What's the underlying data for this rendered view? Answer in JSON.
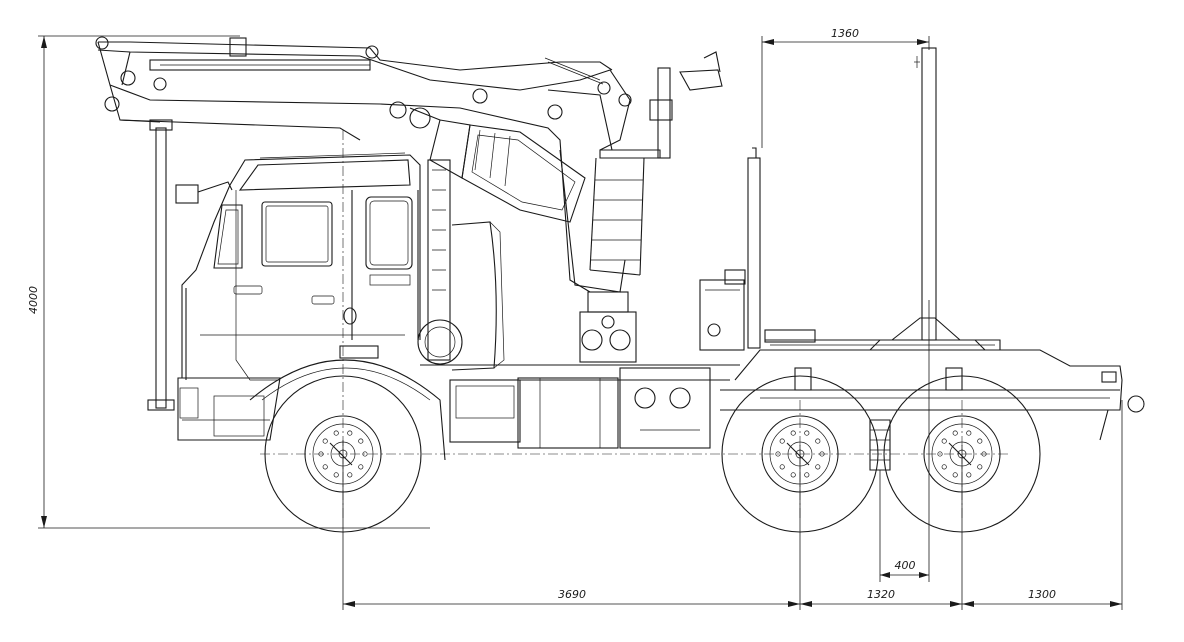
{
  "dimensions": {
    "overall_height": "4000",
    "crane_offset": "1360",
    "wheelbase_front": "3690",
    "wheelbase_rear": "1320",
    "rear_overhang": "1300",
    "stanchion_offset": "400"
  }
}
